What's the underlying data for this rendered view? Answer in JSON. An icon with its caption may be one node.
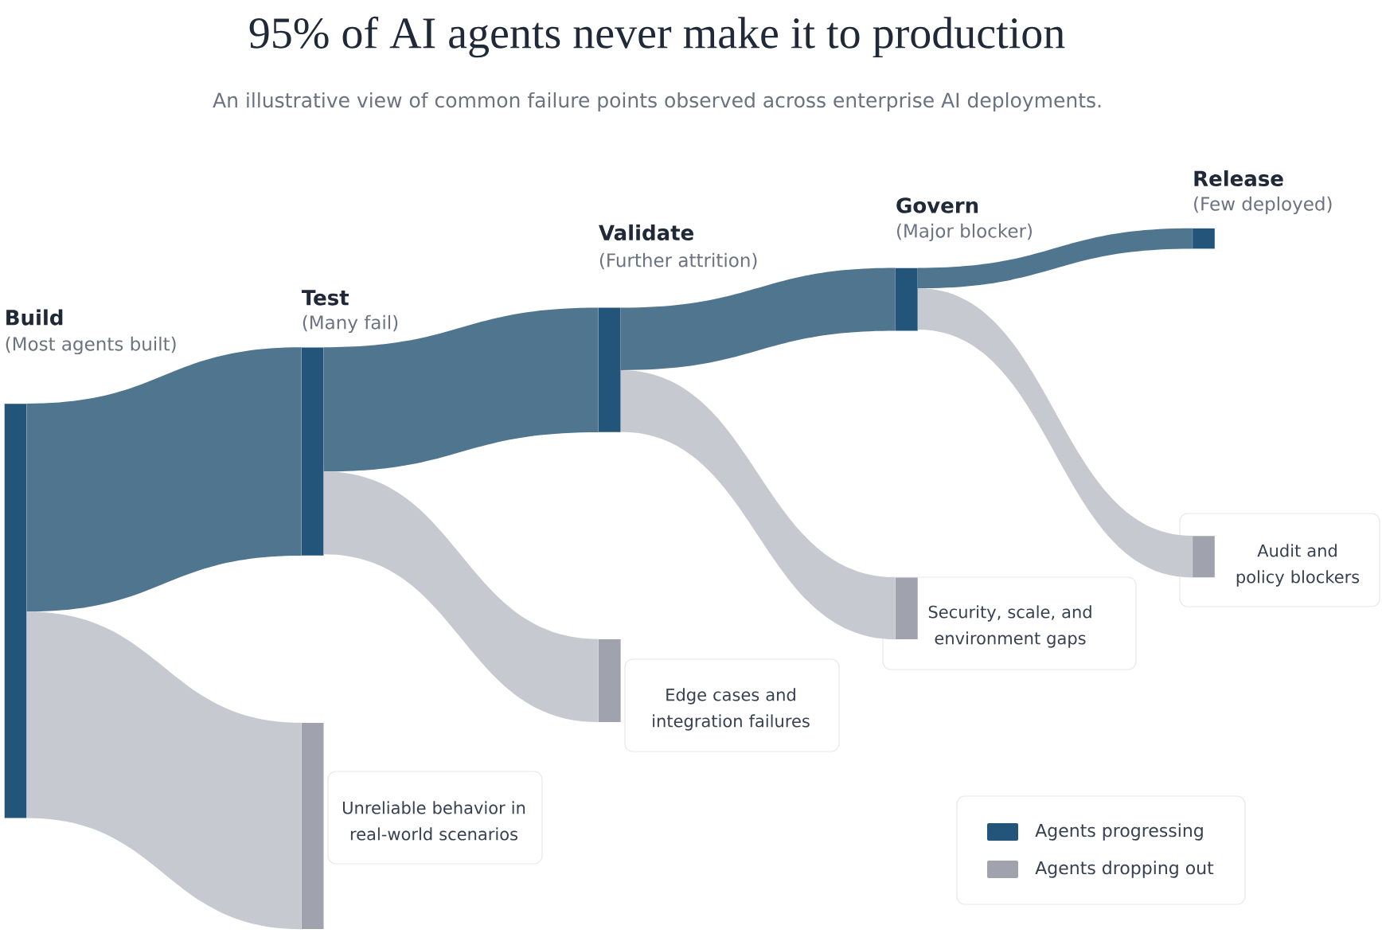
{
  "diagram": {
    "title": "95% of AI agents never make it to production",
    "caption": "An illustrative view of common failure points observed across enterprise AI deployments.",
    "nodes": [
      {
        "text": [
          "Build",
          "(Most agents built)"
        ]
      },
      {
        "text": [
          "Test",
          "(Many fail)"
        ]
      },
      {
        "text": [
          "Validate",
          "(Further attrition)"
        ]
      },
      {
        "text": [
          "Govern",
          "(Major blocker)"
        ]
      },
      {
        "text": [
          "Release",
          "(Few deployed)"
        ]
      },
      {
        "text": [],
        "shape": "bar"
      },
      {
        "text": [],
        "shape": "bar"
      },
      {
        "text": [
          "Unreliable behavior in real-world scenarios"
        ]
      },
      {
        "text": [
          "Edge cases and integration failures"
        ]
      },
      {
        "text": [
          "Security, scale, and environment gaps"
        ]
      },
      {
        "text": [],
        "shape": "bar",
        "in": 9
      },
      {
        "text": [
          "Audit and policy blockers"
        ]
      },
      {
        "text": [],
        "shape": "bar",
        "in": 11
      }
    ],
    "edges": [
      {
        "from": 0,
        "to": 1,
        "arrow": "none",
        "color": "#50758f"
      },
      {
        "from": 0,
        "to": 5,
        "arrow": "none",
        "color": "#c7c9d0"
      },
      {
        "from": 1,
        "to": 2,
        "arrow": "none",
        "color": "#50758f"
      },
      {
        "from": 1,
        "to": 6,
        "arrow": "none",
        "color": "#c7c9d0"
      },
      {
        "from": 2,
        "to": 3,
        "arrow": "none",
        "color": "#50758f"
      },
      {
        "from": 2,
        "to": 10,
        "arrow": "none",
        "color": "#c7c9d0"
      },
      {
        "from": 3,
        "to": 4,
        "arrow": "none",
        "color": "#50758f"
      },
      {
        "from": 3,
        "to": 12,
        "arrow": "none",
        "color": "#c7c9d0"
      }
    ],
    "legend": [
      {
        "text": "Agents progressing",
        "color": "#23557a"
      },
      {
        "text": "Agents dropping out",
        "color": "#a0a3ae"
      }
    ]
  }
}
